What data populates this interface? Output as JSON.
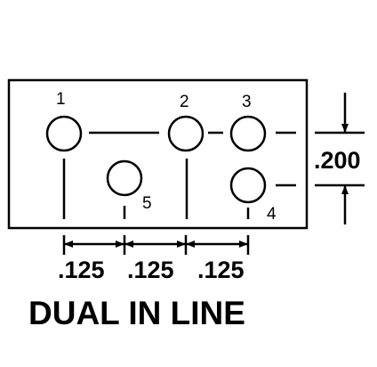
{
  "pins": [
    {
      "number": "1"
    },
    {
      "number": "2"
    },
    {
      "number": "3"
    },
    {
      "number": "4"
    },
    {
      "number": "5"
    }
  ],
  "dimensions": {
    "pitch_1": ".125",
    "pitch_2": ".125",
    "pitch_3": ".125",
    "row_spacing": ".200"
  },
  "title": "DUAL IN LINE"
}
